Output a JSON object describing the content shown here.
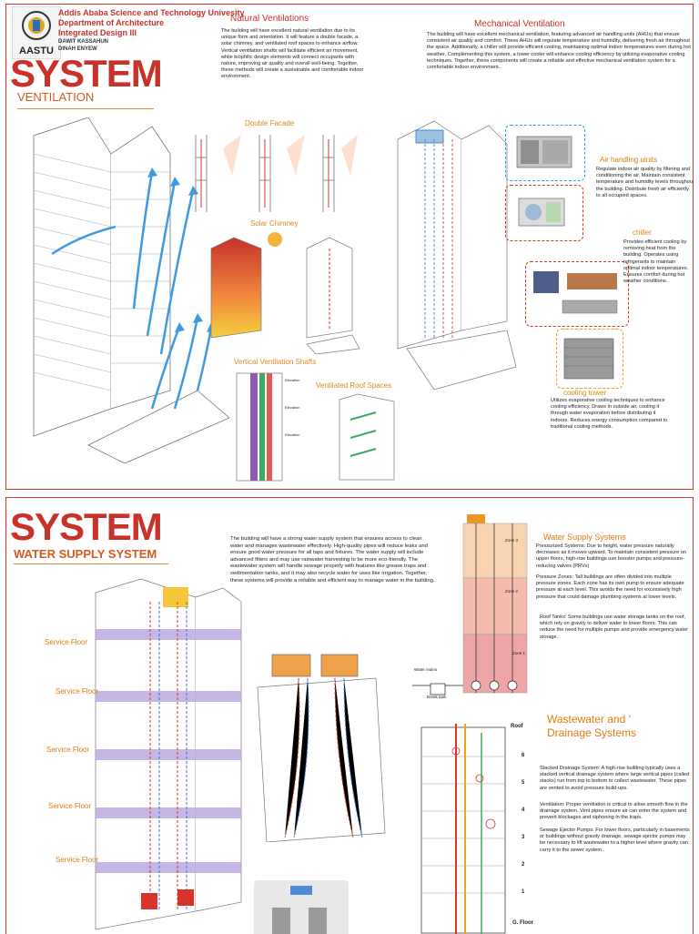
{
  "header": {
    "institution": "Addis Ababa Science and Technology Univesity",
    "department": "Department of Architecture",
    "course": "Integrated Design III",
    "author1": "DAWIT KASSAHUN",
    "author2": "DINAH ENYEW",
    "logo_text": "AASTU"
  },
  "ventilation": {
    "title": "SYSTEM",
    "subtitle": "VENTILATION",
    "natural_title": "Natural Ventilations",
    "natural_text": "The building will have excellent natural ventilation due to its unique form and orientation. It will feature a double facade, a solar chimney, and ventilated roof spaces to enhance airflow. Vertical ventilation shafts will facilitate efficient air movement, while biophilic design elements will connect occupants with nature, improving air quality and overall well-being. Together, these methods will create a sustainable and comfortable indoor environment.",
    "mechanical_title": "Mechanical Ventilation",
    "mechanical_text": "The building will have excellent mechanical ventilation, featuring advanced air handling units (AHUs) that ensure consistent air quality and comfort. These AHUs will regulate temperature and humidity, delivering fresh air throughout the space. Additionally, a chiller will provide efficient cooling, maintaining optimal indoor temperatures even during hot weather. Complementing this system, a tower cooler will enhance cooling efficiency by utilizing evaporative cooling techniques. Together, these components will create a reliable and effective mechanical ventilation system for a comfortable indoor environment..",
    "double_facade": "Double Facade",
    "solar_chimney": "Solar Chimney",
    "vertical_shafts": "Vertical Ventilation Shafts",
    "roof_spaces": "Ventilated Roof Spaces",
    "ahu_title": "Air handling uinits",
    "ahu_text": "Regulate indoor air quality by filtering and conditioning the air. Maintain consistent temperature and humidity levels throughout the building. Distribute fresh air efficiently to all occupied spaces.",
    "chiller_title": "chiller",
    "chiller_text": "Provides efficient cooling by removing heat from the building. Operates using refrigerants to maintain optimal indoor temperatures. Ensures comfort during hot weather conditions.",
    "tower_title": "cooling tower",
    "tower_text": "Utilizes evaporative cooling techniques to enhance cooling efficiency. Draws in outside air, cooling it through water evaporation before distributing it indoors. Reduces energy consumption compared to traditional cooling methods.",
    "shaft_labels": [
      "Elevation",
      "Elevation",
      "Elevation"
    ]
  },
  "water": {
    "title": "SYSTEM",
    "subtitle": "WATER SUPPLY SYSTEM",
    "intro": "The building will have a strong water supply system that ensures access to clean water and manages wastewater effectively. High-quality pipes will reduce leaks and ensure good water pressure for all taps and fixtures. The water supply will include advanced filters and may use rainwater harvesting to be more eco-friendly. The wastewater system will handle sewage properly with features like grease traps and sedimentation tanks, and it may also recycle water for uses like irrigation. Together, these systems will provide a reliable and efficient way to manage water in the building.",
    "service_floors": [
      "Service Floor",
      "Service Floor",
      "Service Floor",
      "Service Floor",
      "Service Floor"
    ],
    "supply_title": "Water Supply Systems",
    "supply_p1": "Pressurized Systems: Due to height, water pressure naturally decreases as it moves upward. To maintain consistent pressure on upper floors, high-rise buildings use booster pumps and pressure-reducing valves (PRVs)",
    "supply_p2": "Pressure Zones: Tall buildings are often divided into multiple pressure zones. Each zone has its own pump to ensure adequate pressure at each level. This avoids the need for excessively high pressure that could damage plumbing systems at lower levels.",
    "supply_p3": "Roof Tanks: Some buildings use water storage tanks on the roof, which rely on gravity to deliver water to lower floors. This can reduce the need for multiple pumps and provide emergency water storage.",
    "zones": [
      "Zone 3",
      "Zone 2",
      "Zone 1"
    ],
    "water_mains": "Water mains",
    "break_tank": "Break tank",
    "drain_title_1": "Wastewater and '",
    "drain_title_2": "Drainage Systems",
    "drain_p1": "Stacked Drainage System: A high-rise building typically uses a stacked vertical drainage system where large vertical pipes (called stacks) run from top to bottom to collect wastewater. These pipes are vented to avoid pressure build-ups.",
    "drain_p2": "Ventilation: Proper ventilation is critical to allow smooth flow in the drainage system. Vent pipes ensure air can enter the system and prevent blockages and siphoning in the traps.",
    "drain_p3": "Sewage Ejector Pumps: For lower floors, particularly in basements or buildings without gravity drainage, sewage ejector pumps may be necessary to lift wastewater to a higher level where gravity can carry it to the sewer system..",
    "roof": "Roof",
    "g_floor": "G. Floor",
    "floor_numbers": [
      "6",
      "5",
      "4",
      "3",
      "2",
      "1"
    ]
  },
  "colors": {
    "accent": "#c8322b",
    "orange": "#e07a10",
    "blue": "#2aa7d8"
  }
}
